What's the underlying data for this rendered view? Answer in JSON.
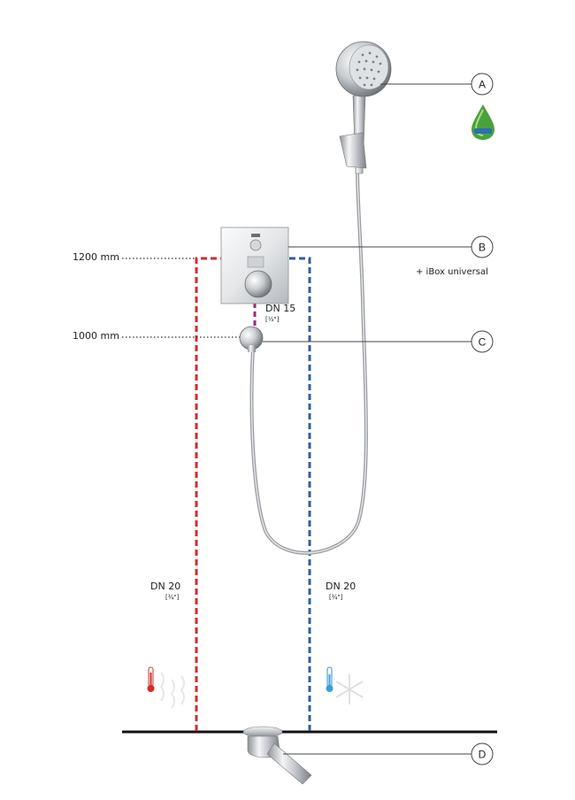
{
  "heights": {
    "h1200": "1200 mm",
    "h1000": "1000 mm"
  },
  "pipes": {
    "dn15": "DN 15",
    "dn15_inch": "[½\"]",
    "hot_dn": "DN 20",
    "hot_inch": "[¾\"]",
    "cold_dn": "DN 20",
    "cold_inch": "[¾\"]"
  },
  "callouts": {
    "a": "A",
    "b": "B",
    "c": "C",
    "d": "D",
    "b_note": "+ iBox universal"
  },
  "colors": {
    "hot": "#d42a2a",
    "cold": "#2f5f9e",
    "dn15": "#9b2a7a",
    "floor": "#111111",
    "leader": "#444444",
    "chrome": "#b8bcc0",
    "eco": "#4aa23c"
  },
  "icons": {
    "eco": "eco-water-drop-icon",
    "hot": "hot-thermometer-icon",
    "cold": "cold-thermometer-snowflake-icon"
  }
}
